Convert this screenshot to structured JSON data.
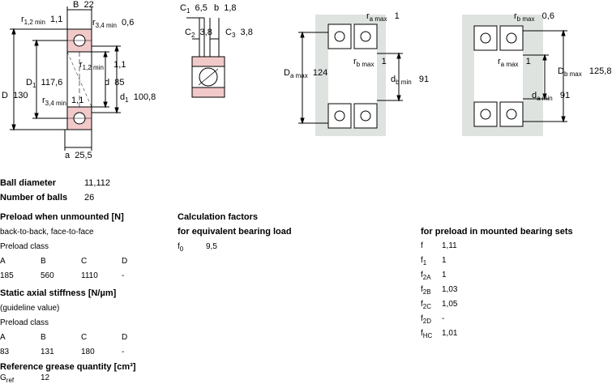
{
  "drawing": {
    "B": "B",
    "B_val": "22",
    "r12": "r",
    "r12_sub": "1,2 min",
    "r12_val": "1,1",
    "r34": "r",
    "r34_sub": "3,4 min",
    "r34_val": "0,6",
    "r12b": "r",
    "r12b_sub": "1,2 min",
    "r12b_val": "1,1",
    "D1": "D",
    "D1_sub": "1",
    "D1_val": "117,6",
    "d": "d",
    "d_val": "85",
    "D": "D",
    "D_val": "130",
    "d1": "d",
    "d1_sub": "1",
    "d1_val": "100,8",
    "r34b": "r",
    "r34b_sub": "3,4 min",
    "r34b_val": "1,1",
    "a": "a",
    "a_val": "25,5",
    "C1": "C",
    "C1_sub": "1",
    "C1_val": "6,5",
    "b": "b",
    "b_val": "1,8",
    "C2": "C",
    "C2_sub": "2",
    "C2_val": "3,8",
    "C3": "C",
    "C3_sub": "3",
    "C3_val": "3,8"
  },
  "abutment1": {
    "ra": "r",
    "ra_sub": "a max",
    "ra_val": "1",
    "rb": "r",
    "rb_sub": "b max",
    "rb_val": "1",
    "Da": "D",
    "Da_sub": "a max",
    "Da_val": "124",
    "db": "d",
    "db_sub": "b min",
    "db_val": "91"
  },
  "abutment2": {
    "rb": "r",
    "rb_sub": "b max",
    "rb_val": "0,6",
    "ra": "r",
    "ra_sub": "a max",
    "ra_val": "1",
    "Db": "D",
    "Db_sub": "b max",
    "Db_val": "125,8",
    "da": "d",
    "da_sub": "a min",
    "da_val": "91"
  },
  "ball": {
    "diameter_label": "Ball diameter",
    "diameter_val": "11,112",
    "number_label": "Number of balls",
    "number_val": "26"
  },
  "preload": {
    "heading": "Preload when unmounted [N]",
    "arrangement": "back-to-back, face-to-face",
    "class_label": "Preload class",
    "classes": [
      "A",
      "B",
      "C",
      "D"
    ],
    "values": [
      "185",
      "560",
      "1110",
      "-"
    ]
  },
  "stiffness": {
    "heading": "Static axial stiffness [N/µm]",
    "note": "(guideline value)",
    "class_label": "Preload class",
    "classes": [
      "A",
      "B",
      "C",
      "D"
    ],
    "values": [
      "83",
      "131",
      "180",
      "-"
    ]
  },
  "grease": {
    "heading": "Reference grease quantity [cm³]",
    "label": "G",
    "label_sub": "ref",
    "value": "12"
  },
  "calc": {
    "heading": "Calculation factors",
    "subheading": "for equivalent bearing load",
    "f0": "f",
    "f0_sub": "0",
    "f0_val": "9,5"
  },
  "mounted": {
    "heading": "for preload in mounted bearing sets",
    "rows": [
      {
        "sym": "f",
        "sub": "",
        "val": "1,11"
      },
      {
        "sym": "f",
        "sub": "1",
        "val": "1"
      },
      {
        "sym": "f",
        "sub": "2A",
        "val": "1"
      },
      {
        "sym": "f",
        "sub": "2B",
        "val": "1,03"
      },
      {
        "sym": "f",
        "sub": "2C",
        "val": "1,05"
      },
      {
        "sym": "f",
        "sub": "2D",
        "val": "-"
      },
      {
        "sym": "f",
        "sub": "HC",
        "val": "1,01"
      }
    ]
  },
  "colors": {
    "section_pink": "#f2c9c9",
    "shoulder_grey": "#dfe3df",
    "line": "#000000"
  }
}
